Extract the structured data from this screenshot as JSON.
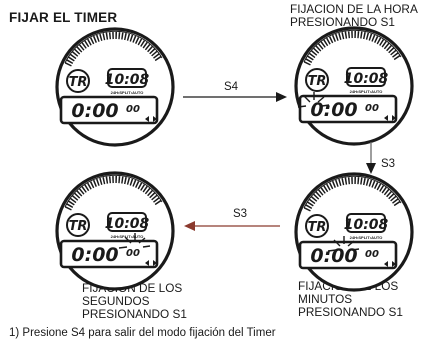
{
  "title": "FIJAR EL TIMER",
  "captions": {
    "hour": [
      "FIJACION DE LA HORA",
      "PRESIONANDO S1"
    ],
    "minutes": [
      "FIJACION DE LOS",
      "MINUTOS",
      "PRESIONANDO S1"
    ],
    "seconds": [
      "FIJACION DE LOS",
      "SEGUNDOS",
      "PRESIONANDO S1"
    ]
  },
  "arrows": {
    "top": "S4",
    "right": "S3",
    "bottom": "S3"
  },
  "watch": {
    "mode_label": "TR",
    "time": "10:08",
    "mode_line": "24H•SPLIT•AUTO",
    "timer_main": "0:00",
    "timer_small": "00"
  },
  "note": "1) Presione S4 para salir del modo fijación del Timer",
  "colors": {
    "ink": "#1a1a1a",
    "arrow_right_gray": "#6a6a6a",
    "arrow_brown": "#8b3a2e"
  }
}
